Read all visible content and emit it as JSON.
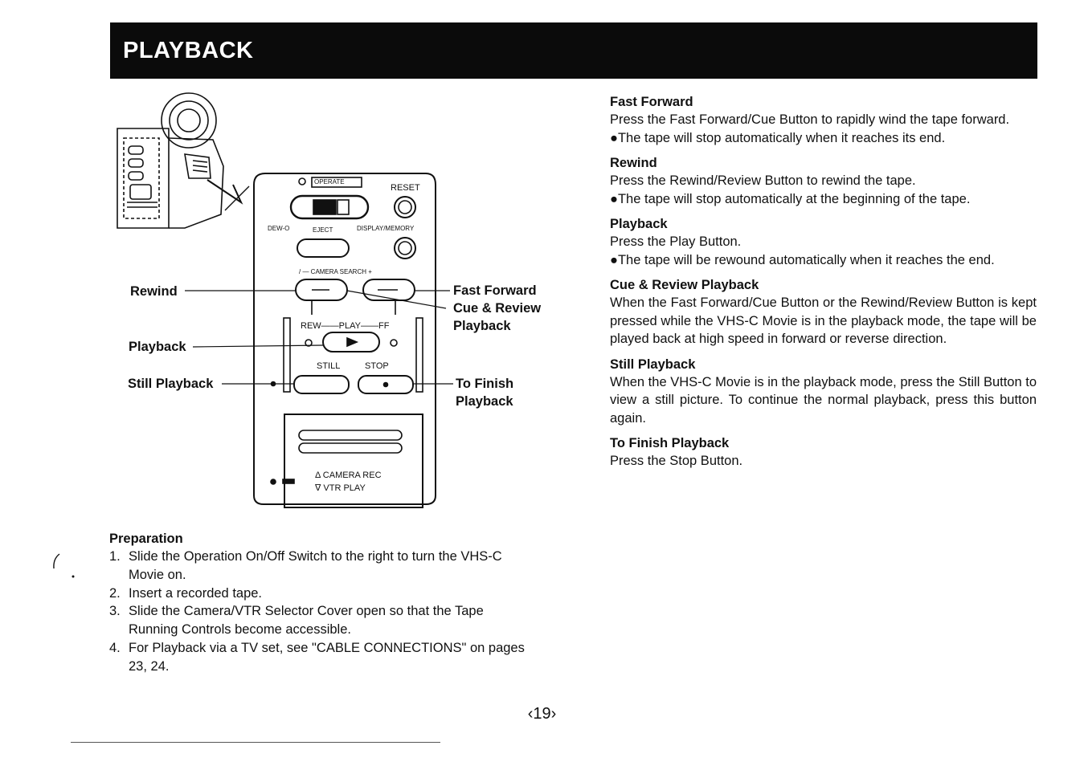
{
  "header": {
    "title": "PLAYBACK"
  },
  "diagram": {
    "callouts": {
      "rewind": "Rewind",
      "playback": "Playback",
      "still_playback": "Still Playback",
      "fast_forward": "Fast Forward",
      "cue_review": "Cue & Review",
      "cue_review_2": "Playback",
      "to_finish": "To Finish",
      "to_finish_2": "Playback"
    },
    "panel": {
      "operate": "OPERATE",
      "reset": "RESET",
      "dew": "DEW-O",
      "eject": "EJECT",
      "display_memory": "DISPLAY/MEMORY",
      "camera_search": "/ — CAMERA SEARCH +",
      "rew_play_ff": "REW——PLAY——FF",
      "still": "STILL",
      "stop": "STOP",
      "camera_rec": "Δ CAMERA REC",
      "vtr_play": "∇ VTR PLAY"
    }
  },
  "sections": [
    {
      "title": "Fast Forward",
      "lines": [
        "Press the Fast Forward/Cue Button to rapidly wind the tape forward.",
        "●The tape will stop automatically when it reaches its end."
      ]
    },
    {
      "title": "Rewind",
      "lines": [
        "Press the Rewind/Review Button to rewind the tape.",
        "●The tape will stop automatically at the beginning of the tape."
      ]
    },
    {
      "title": "Playback",
      "lines": [
        "Press the Play Button.",
        "●The tape will be rewound automatically when it reaches the end."
      ]
    },
    {
      "title": "Cue & Review Playback",
      "lines": [
        "When the Fast Forward/Cue Button or the Rewind/Review Button is kept pressed while the VHS-C Movie is in the playback mode, the tape will be played back at high speed in forward or reverse direction."
      ]
    },
    {
      "title": "Still Playback",
      "lines": [
        "When the VHS-C Movie is in the playback mode, press the Still Button to view a still picture. To continue the normal playback, press this button again."
      ]
    },
    {
      "title": "To Finish Playback",
      "lines": [
        "Press the Stop Button."
      ]
    }
  ],
  "preparation": {
    "title": "Preparation",
    "items": [
      {
        "num": "1.",
        "text": "Slide the Operation On/Off Switch to the right to turn the VHS-C Movie on."
      },
      {
        "num": "2.",
        "text": "Insert a recorded tape."
      },
      {
        "num": "3.",
        "text": "Slide the Camera/VTR Selector Cover open so that the Tape Running Controls become accessible."
      },
      {
        "num": "4.",
        "text": "For Playback via a TV set, see \"CABLE CONNECTIONS\" on pages 23, 24."
      }
    ]
  },
  "page_number": "‹19›"
}
